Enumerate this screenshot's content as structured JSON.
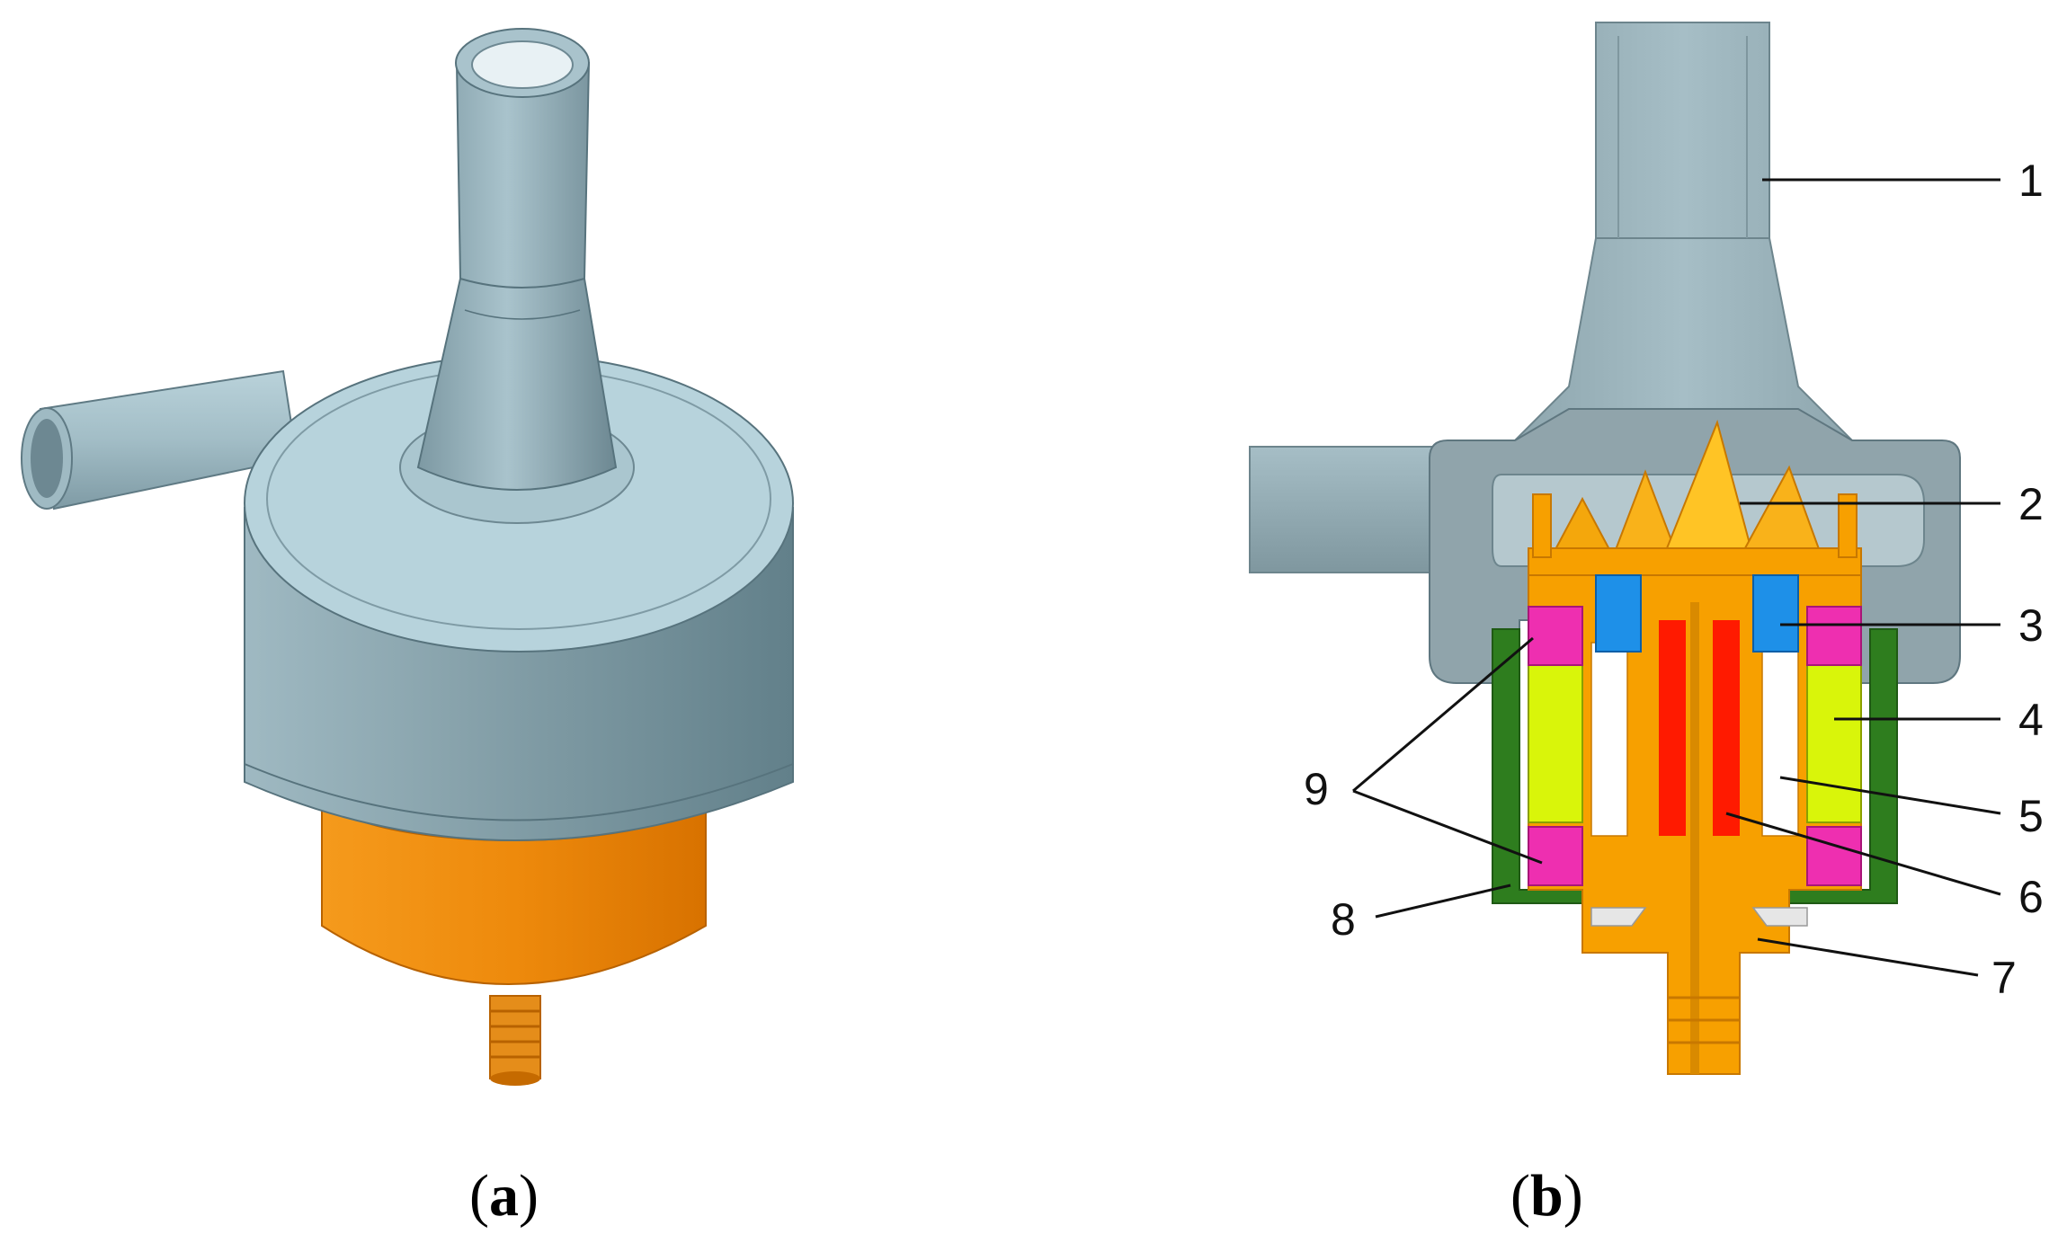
{
  "panels": [
    {
      "id": "a",
      "caption": "(a)",
      "letter": "a"
    },
    {
      "id": "b",
      "caption": "(b)",
      "letter": "b"
    }
  ],
  "callouts": [
    "1",
    "2",
    "3",
    "4",
    "5",
    "6",
    "7",
    "8",
    "9"
  ],
  "colors": {
    "housing_light": "#b7d3dc",
    "housing_mid": "#8faab3",
    "housing_dark": "#6f8a93",
    "section_grey": "#90a4ab",
    "orange": "#f7a000",
    "orange_dark": "#d97400",
    "magnet_blue": "#1e90e8",
    "pole_magenta": "#ee2fb0",
    "coil_yellow": "#d9f50a",
    "rod_red": "#ff1a00",
    "shell_green": "#2e7d1e"
  }
}
